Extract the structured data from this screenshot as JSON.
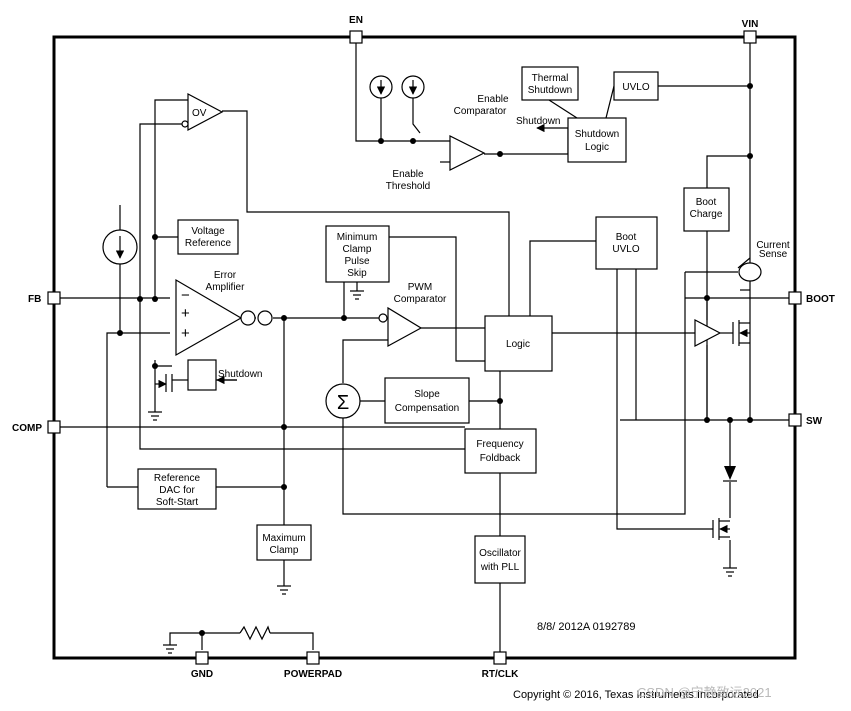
{
  "pins": {
    "en": "EN",
    "vin": "VIN",
    "fb": "FB",
    "comp": "COMP",
    "boot": "BOOT",
    "sw": "SW",
    "gnd": "GND",
    "powerpad": "POWERPAD",
    "rt_clk": "RT/CLK"
  },
  "blocks": {
    "thermal_shutdown": [
      "Thermal",
      "Shutdown"
    ],
    "uvlo": "UVLO",
    "shutdown_logic": [
      "Shutdown",
      "Logic"
    ],
    "ov": "OV",
    "voltage_reference": [
      "Voltage",
      "Reference"
    ],
    "error_amplifier": [
      "Error",
      "Amplifier"
    ],
    "minimum_clamp": [
      "Minimum",
      "Clamp",
      "Pulse",
      "Skip"
    ],
    "pwm_comparator": [
      "PWM",
      "Comparator"
    ],
    "logic": "Logic",
    "boot_uvlo": [
      "Boot",
      "UVLO"
    ],
    "boot_charge": [
      "Boot",
      "Charge"
    ],
    "slope_compensation": [
      "Slope",
      "Compensation"
    ],
    "frequency_foldback": [
      "Frequency",
      "Foldback"
    ],
    "reference_dac": [
      "Reference",
      "DAC for",
      "Soft-Start"
    ],
    "maximum_clamp": [
      "Maximum",
      "Clamp"
    ],
    "oscillator": [
      "Oscillator",
      "with PLL"
    ]
  },
  "labels": {
    "enable_comparator": [
      "Enable",
      "Comparator"
    ],
    "enable_threshold": [
      "Enable",
      "Threshold"
    ],
    "shutdown_arrow": "Shutdown",
    "shutdown_switch": "Shutdown",
    "current_sense": [
      "Current",
      "Sense"
    ],
    "minus": "−",
    "plus": "+",
    "sigma": "Σ"
  },
  "footer": {
    "date_code": "8/8/ 2012A 0192789",
    "copyright": "Copyright © 2016, Texas Instruments Incorporated",
    "watermark": "CSDN @宁静致远2021"
  }
}
